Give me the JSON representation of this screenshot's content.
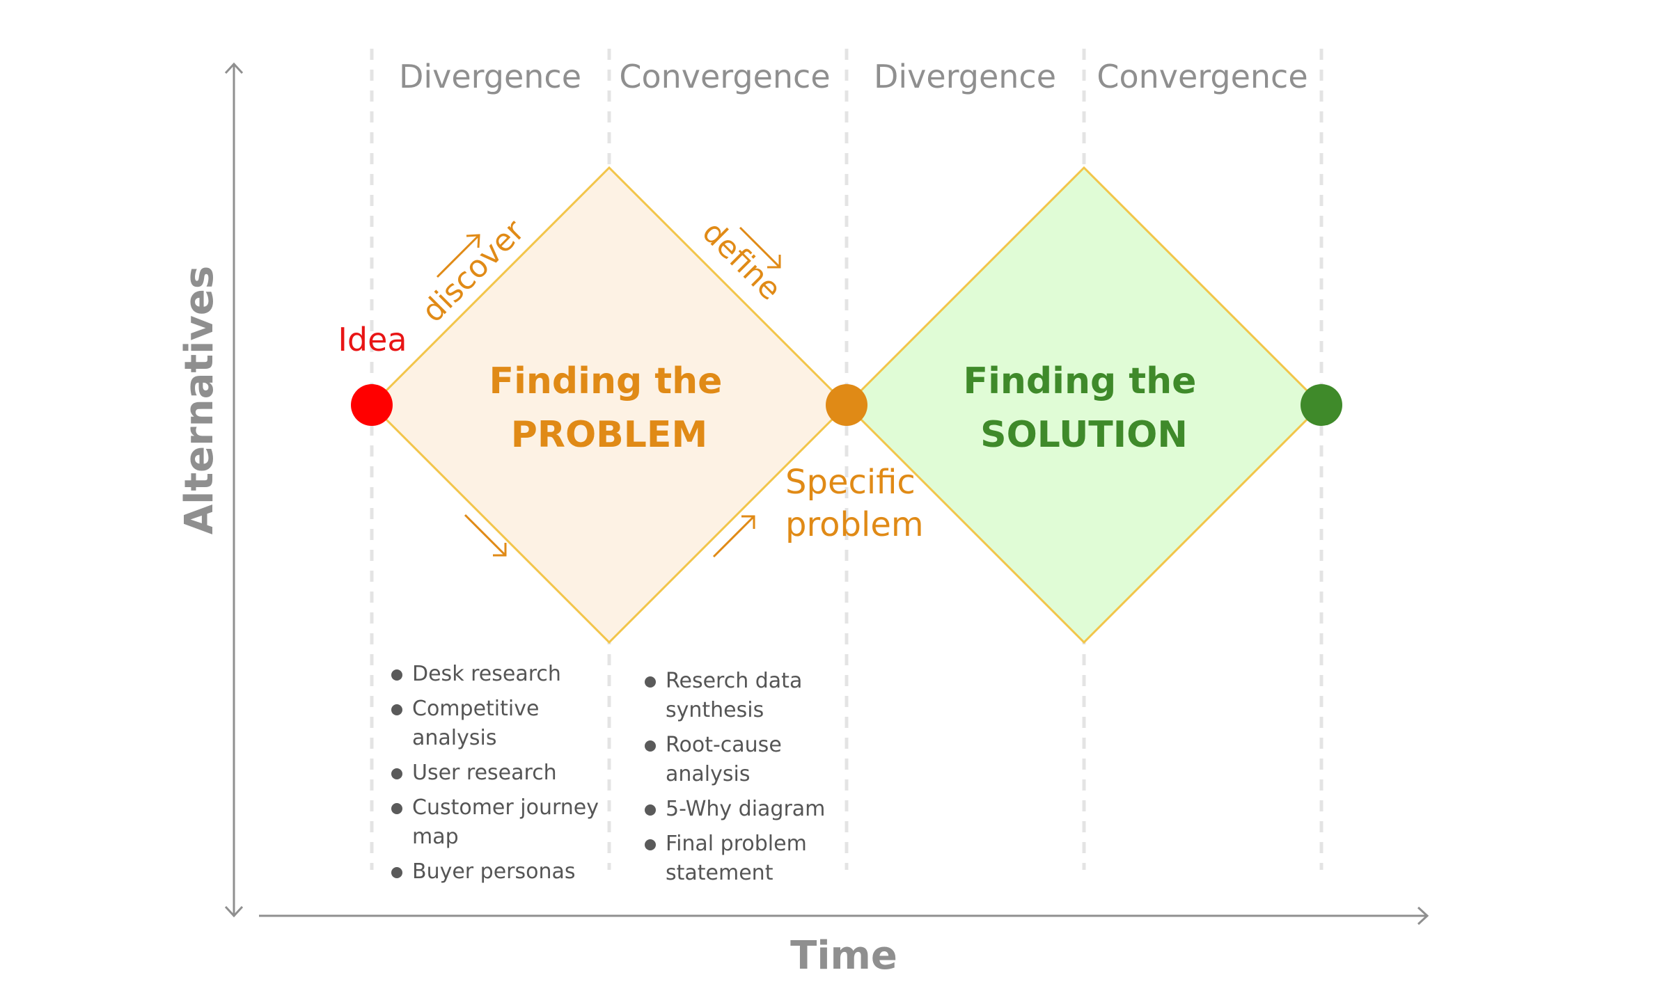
{
  "axes": {
    "y_label": "Alternatives",
    "x_label": "Time"
  },
  "phases": [
    "Divergence",
    "Convergence",
    "Divergence",
    "Convergence"
  ],
  "steps": {
    "discover": "discover",
    "define": "define"
  },
  "idea_label": "Idea",
  "specific_problem": {
    "line1": "Specific",
    "line2": "problem"
  },
  "diamonds": {
    "problem": {
      "line1": "Finding the",
      "line2": "PROBLEM",
      "fill": "#fdf2e4",
      "stroke": "#f2c54a",
      "text_color": "#e08a16"
    },
    "solution": {
      "line1": "Finding the",
      "line2": "SOLUTION",
      "fill": "#e0fcd6",
      "stroke": "#f2c54a",
      "text_color": "#3f8a2a"
    }
  },
  "nodes": {
    "start_color": "#ff0000",
    "middle_color": "#e08a16",
    "end_color": "#3f8a2a"
  },
  "lists": {
    "discover_methods": [
      "Desk research",
      "Competitive analysis",
      "User research",
      "Customer journey map",
      "Buyer personas"
    ],
    "define_methods": [
      "Reserch data synthesis",
      "Root-cause analysis",
      "5-Why diagram",
      "Final problem statement"
    ]
  }
}
